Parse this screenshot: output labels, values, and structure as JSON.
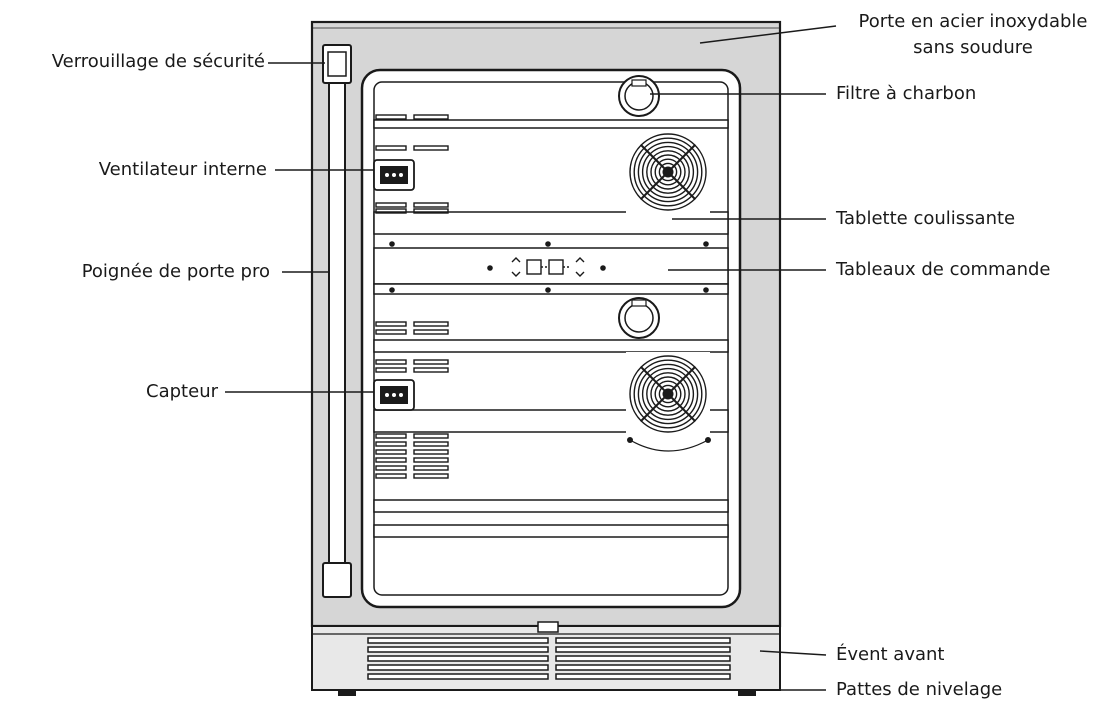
{
  "labels": {
    "safety_lock": "Verrouillage de sécurité",
    "internal_fan": "Ventilateur interne",
    "door_handle": "Poignée de porte pro",
    "sensor": "Capteur",
    "door_line1": "Porte en acier inoxydable",
    "door_line2": "sans soudure",
    "charcoal_filter": "Filtre à charbon",
    "sliding_shelf": "Tablette coulissante",
    "control_panel": "Tableaux de commande",
    "front_vent": "Évent avant",
    "leveling_legs": "Pattes de nivelage"
  },
  "icons": {
    "fan": "fan-icon",
    "filter": "filter-icon",
    "sensor": "sensor-icon"
  },
  "colors": {
    "stroke": "#1a1a1a",
    "cabinet": "#d6d6d6",
    "glass": "#ffffff",
    "base": "#e8e8e8"
  }
}
